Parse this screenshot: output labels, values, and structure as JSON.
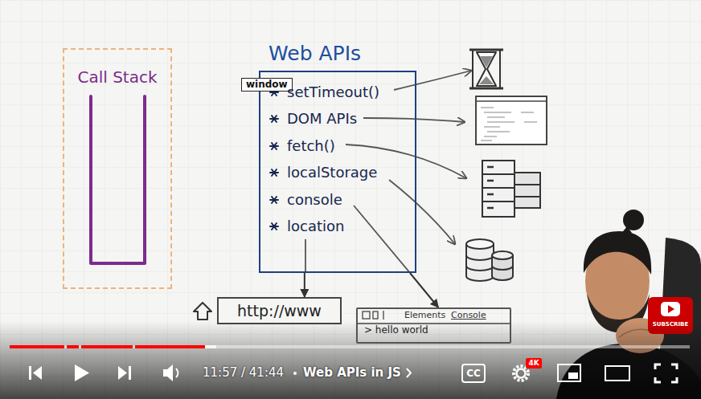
{
  "diagram": {
    "nodes": [
      {
        "text": [
          "Call Stack"
        ]
      },
      {
        "text": [
          "Web APIs"
        ]
      },
      {
        "text": [
          "window"
        ],
        "in": 1
      },
      {
        "text": [
          "http://www"
        ]
      },
      {
        "text": [
          "Elements",
          "Console",
          "> hello world"
        ]
      }
    ],
    "edges": [
      {
        "from": 1,
        "to": 3,
        "arrow": "to"
      },
      {
        "from": 1,
        "to": 4,
        "arrow": "to"
      }
    ],
    "labels": [
      "setTimeout()",
      "DOM APIs",
      "fetch()",
      "localStorage",
      "console",
      "location",
      "11:57 / 41:44",
      "Web APIs in JS",
      "CC",
      "4K",
      "SUBSCRIBE"
    ]
  }
}
